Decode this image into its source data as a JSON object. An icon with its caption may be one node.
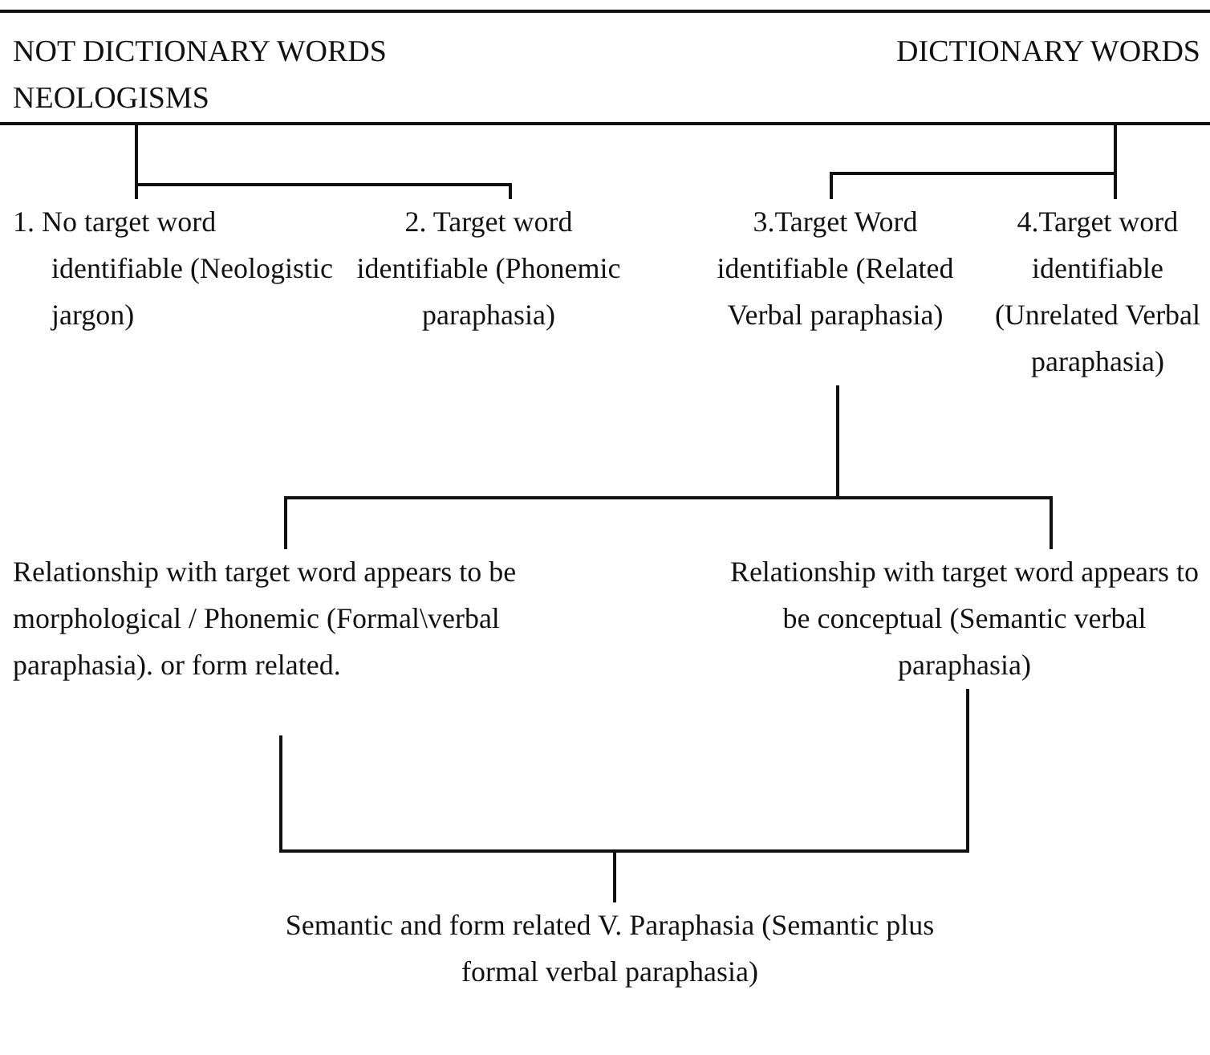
{
  "diagram": {
    "nodes": [
      {
        "text": [
          "NOT DICTIONARY WORDS NEOLOGISMS"
        ]
      },
      {
        "text": [
          "DICTIONARY WORDS"
        ]
      },
      {
        "text": [
          "1. No target word identifiable (Neologistic jargon)"
        ]
      },
      {
        "text": [
          "2. Target word identifiable (Phonemic paraphasia)"
        ]
      },
      {
        "text": [
          "3.Target Word identifiable (Related Verbal paraphasia)"
        ]
      },
      {
        "text": [
          "4.Target word identifiable (Unrelated Verbal paraphasia)"
        ]
      },
      {
        "text": [
          "Relationship with target word appears to be morphological / Phonemic (Formal\\verbal paraphasia). or form related."
        ]
      },
      {
        "text": [
          "Relationship with target word appears to be conceptual (Semantic verbal paraphasia)"
        ]
      },
      {
        "text": [
          "Semantic and form related V. Paraphasia (Semantic plus formal verbal paraphasia)"
        ]
      }
    ],
    "edges": [
      {
        "from": 0,
        "to": 2,
        "arrow": "none"
      },
      {
        "from": 0,
        "to": 3,
        "arrow": "none"
      },
      {
        "from": 1,
        "to": 4,
        "arrow": "none"
      },
      {
        "from": 1,
        "to": 5,
        "arrow": "none"
      },
      {
        "from": 4,
        "to": 6,
        "arrow": "none"
      },
      {
        "from": 4,
        "to": 7,
        "arrow": "none"
      },
      {
        "from": 6,
        "to": 8,
        "arrow": "none"
      },
      {
        "from": 7,
        "to": 8,
        "arrow": "none"
      }
    ]
  }
}
